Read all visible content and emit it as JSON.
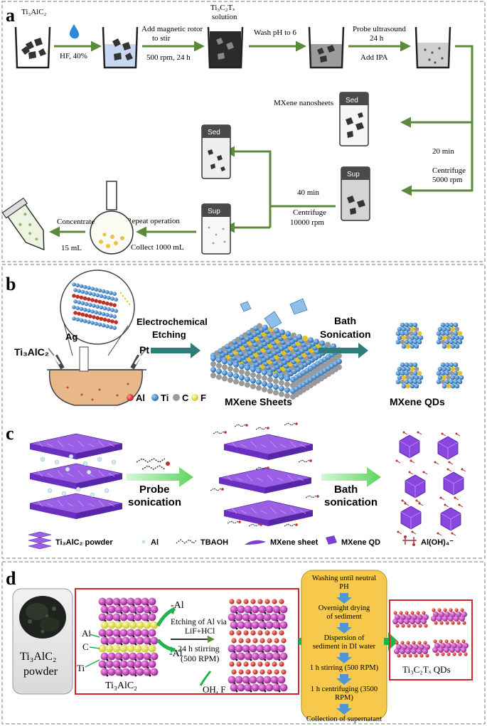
{
  "panel_a": {
    "letter": "a",
    "start_material": "Ti₃AlC₂",
    "hf_label": "HF, 40%",
    "stir_label_1": "Add magnetic rotor",
    "stir_label_2": "to stir",
    "stir_conditions": "500 rpm, 24 h",
    "solution_label_1": "Ti₃C₂Tₓ",
    "solution_label_2": "solution",
    "wash_label": "Wash pH to 6",
    "ultrasound_label_1": "Probe ultrasound",
    "ultrasound_label_2": "24 h",
    "ipa_label": "Add IPA",
    "nanosheets_label": "MXene nanosheets",
    "sed_label": "Sed",
    "sup_label": "Sup",
    "time_20": "20 min",
    "centrifuge_1_label": "Centrifuge",
    "centrifuge_1_speed": "5000 rpm",
    "time_40": "40 min",
    "centrifuge_2_label": "Centrifuge",
    "centrifuge_2_speed": "10000 rpm",
    "repeat_label": "Repeat operation",
    "collect_label": "Collect 1000 mL",
    "concentrate_label": "Concentrate",
    "volume_label": "15 mL"
  },
  "panel_b": {
    "letter": "b",
    "start_material": "Ti₃AlC₂",
    "electrode_ag": "Ag",
    "electrode_pt": "Pt",
    "step1_line1": "Electrochemical",
    "step1_line2": "Etching",
    "step2_line1": "Bath",
    "step2_line2": "Sonication",
    "sheets_label": "MXene Sheets",
    "qds_label": "MXene QDs",
    "legend": [
      {
        "symbol": "Al",
        "color": "#c0302b"
      },
      {
        "symbol": "Ti",
        "color": "#2f7fc4"
      },
      {
        "symbol": "C",
        "color": "#9a9a9a"
      },
      {
        "symbol": "F",
        "color": "#e3c12b"
      }
    ]
  },
  "panel_c": {
    "letter": "c",
    "step1_line1": "Probe",
    "step1_line2": "sonication",
    "step2_line1": "Bath",
    "step2_line2": "sonication",
    "legend": {
      "powder": "Ti₃AlC₂ powder",
      "al": "Al",
      "tbaoh": "TBAOH",
      "sheet": "MXene sheet",
      "qd": "MXene QD",
      "aloh": "Al(OH)₄⁻"
    }
  },
  "panel_d": {
    "letter": "d",
    "powder_line1": "Ti₃AlC₂",
    "powder_line2": "powder",
    "minus_al_top": "-Al",
    "minus_al_bottom": "-Al",
    "atom_al": "Al",
    "atom_c": "C",
    "atom_ti": "Ti",
    "crystal_label": "Ti₃AlC₂",
    "etch_line1": "Etching of Al via",
    "etch_line2": "LiF+HCl",
    "stir_line1": "24 h stirring",
    "stir_line2": "(500 RPM)",
    "termination_label": "OH, F",
    "steps": [
      "Washing until neutral PH",
      "Overnight drying of sediment",
      "Dispersion of sediment in DI water",
      "1 h stirring (500 RPM)",
      "1 h centrifuging (3500 RPM)",
      "Collection of supernatant"
    ],
    "qds_label": "Ti₃C₂Tₓ QDs"
  },
  "colors": {
    "green_arrow": "#5b8a3a",
    "teal_arrow": "#2e7d7a",
    "light_green_arrow": "#6fdc6f",
    "bright_green": "#22b24c",
    "frame_red": "#d8232a",
    "step_box": "#f6c94c",
    "step_arrow": "#4e97d6",
    "mxene_purple": "#7d3fd0",
    "magenta_atom": "#c23bc0",
    "yellow_atom": "#f1ee3a"
  }
}
